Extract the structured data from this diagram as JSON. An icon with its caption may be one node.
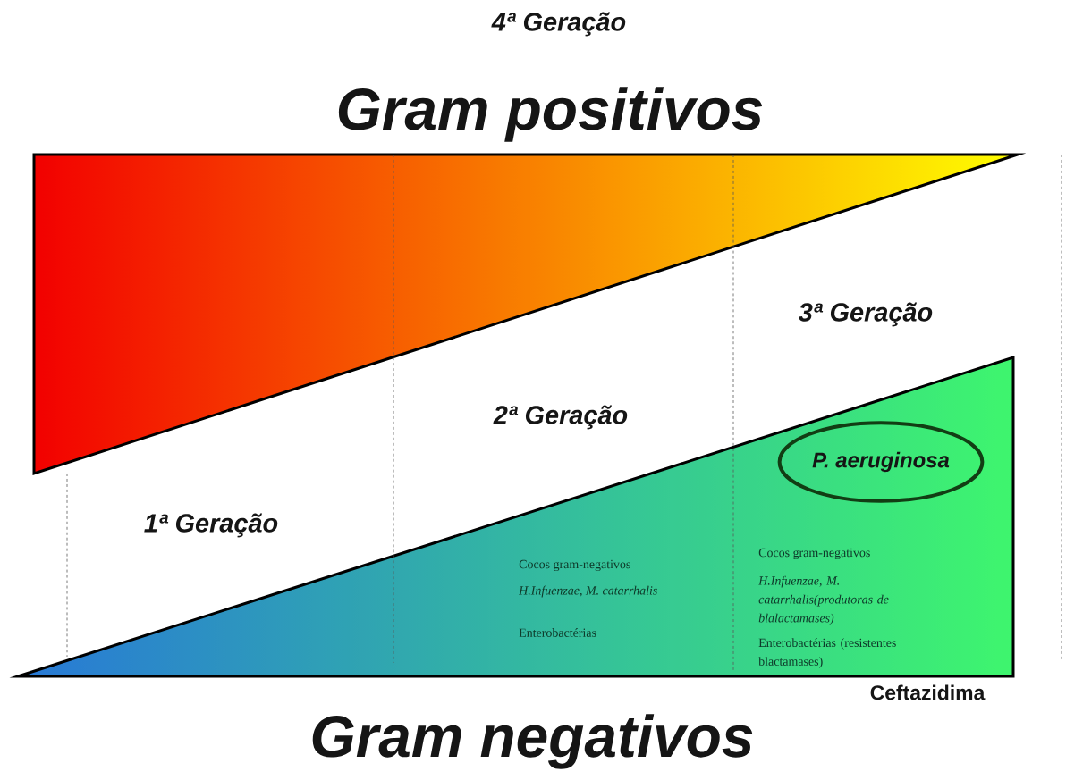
{
  "diagram": {
    "nodes": [
      {
        "text": [
          "P. aeruginosa"
        ]
      }
    ],
    "labels": [
      "4ª Geração",
      "Gram positivos",
      "3ª Geração",
      "2ª Geração",
      "1ª Geração",
      "Cocos gram-negativos",
      "H.Infuenzae, M. catarrhalis",
      "Enterobactérias",
      "Cocos gram-negativos",
      "H.Infuenzae, M. catarrhalis(produtoras de blalactamases)",
      "Enterobactérias (resistentes blactamases)",
      "Ceftazidima",
      "Gram negativos"
    ]
  }
}
